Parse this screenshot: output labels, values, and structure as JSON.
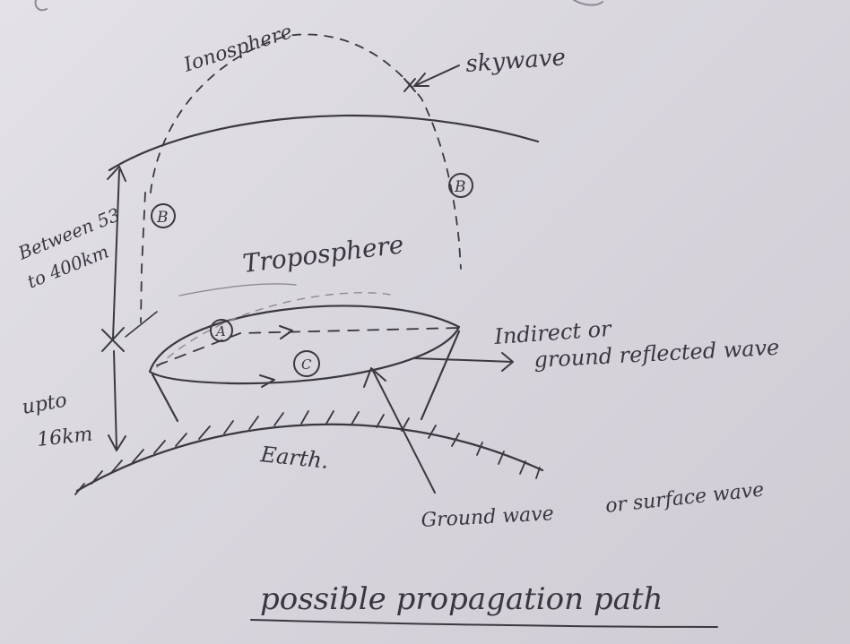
{
  "diagram": {
    "labels": {
      "ionosphere": "Ionosphere",
      "skywave": "skywave",
      "b_left": "B",
      "b_right": "B",
      "between_line1": "Between 53",
      "between_line2": "to 400km",
      "troposphere": "Troposphere",
      "a_marker": "A",
      "c_marker": "C",
      "indirect_line1": "Indirect or",
      "indirect_line2": "ground reflected wave",
      "upto_line1": "upto",
      "upto_line2": "16km",
      "earth": "Earth.",
      "ground_wave": "Ground wave",
      "surface_wave": "or surface wave",
      "caption": "possible propagation path"
    },
    "colors": {
      "ink": "#3c3840",
      "paper": "#dcd9e0"
    }
  }
}
